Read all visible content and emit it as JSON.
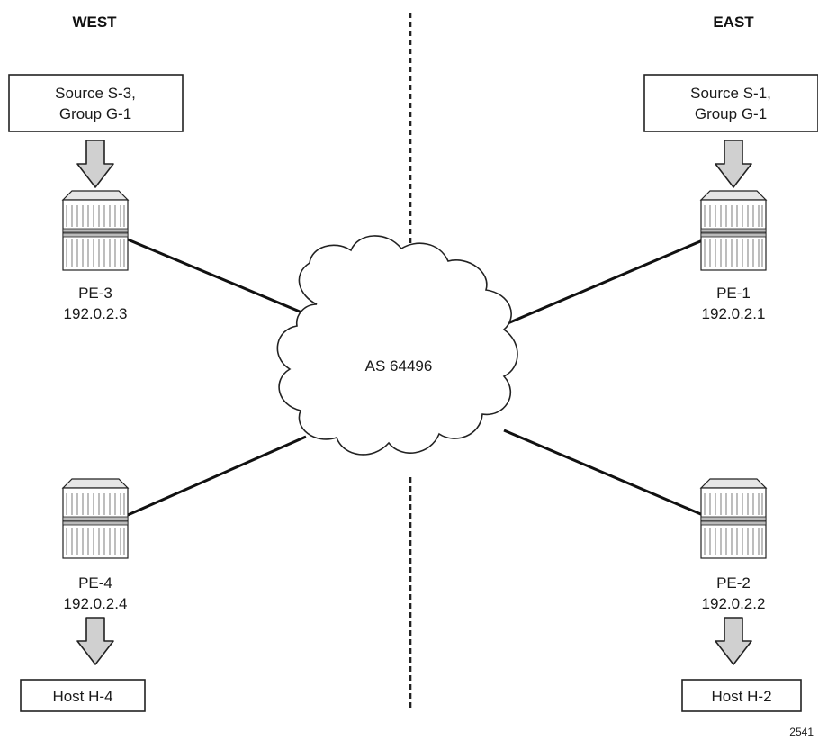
{
  "regions": {
    "west": "WEST",
    "east": "EAST"
  },
  "cloud": {
    "label": "AS 64496"
  },
  "routers": {
    "pe1": {
      "name": "PE-1",
      "ip": "192.0.2.1"
    },
    "pe2": {
      "name": "PE-2",
      "ip": "192.0.2.2"
    },
    "pe3": {
      "name": "PE-3",
      "ip": "192.0.2.3"
    },
    "pe4": {
      "name": "PE-4",
      "ip": "192.0.2.4"
    }
  },
  "sources": {
    "west": {
      "line1": "Source S-3,",
      "line2": "Group G-1"
    },
    "east": {
      "line1": "Source S-1,",
      "line2": "Group G-1"
    }
  },
  "hosts": {
    "west": "Host H-4",
    "east": "Host H-2"
  },
  "figure_id": "2541",
  "colors": {
    "arrow_fill": "#d0d0d0",
    "router_fill": "#ffffff",
    "stroke": "#222222"
  }
}
